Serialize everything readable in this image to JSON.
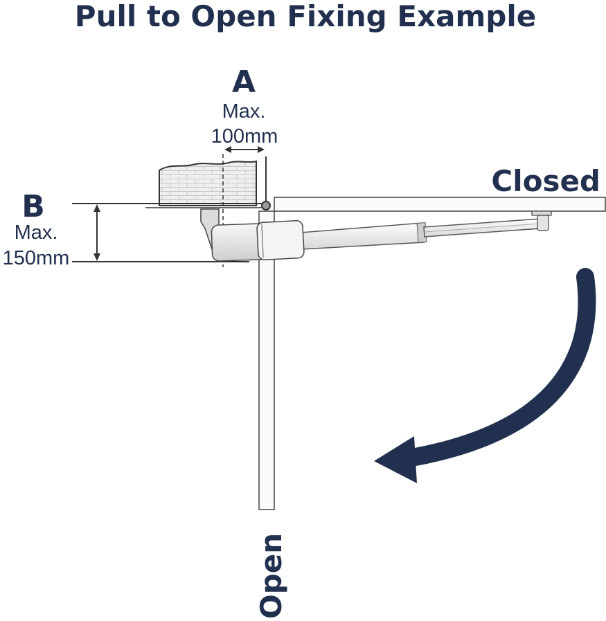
{
  "title": "Pull to Open Fixing Example",
  "dimension_a": {
    "letter": "A",
    "line1": "Max.",
    "line2": "100mm"
  },
  "dimension_b": {
    "letter": "B",
    "line1": "Max.",
    "line2": "150mm"
  },
  "states": {
    "closed": "Closed",
    "open": "Open"
  },
  "colors": {
    "primary": "#22304f",
    "outline": "#555555",
    "gate_fill": "#fafafa",
    "motor_fill": "#ebebeb"
  }
}
